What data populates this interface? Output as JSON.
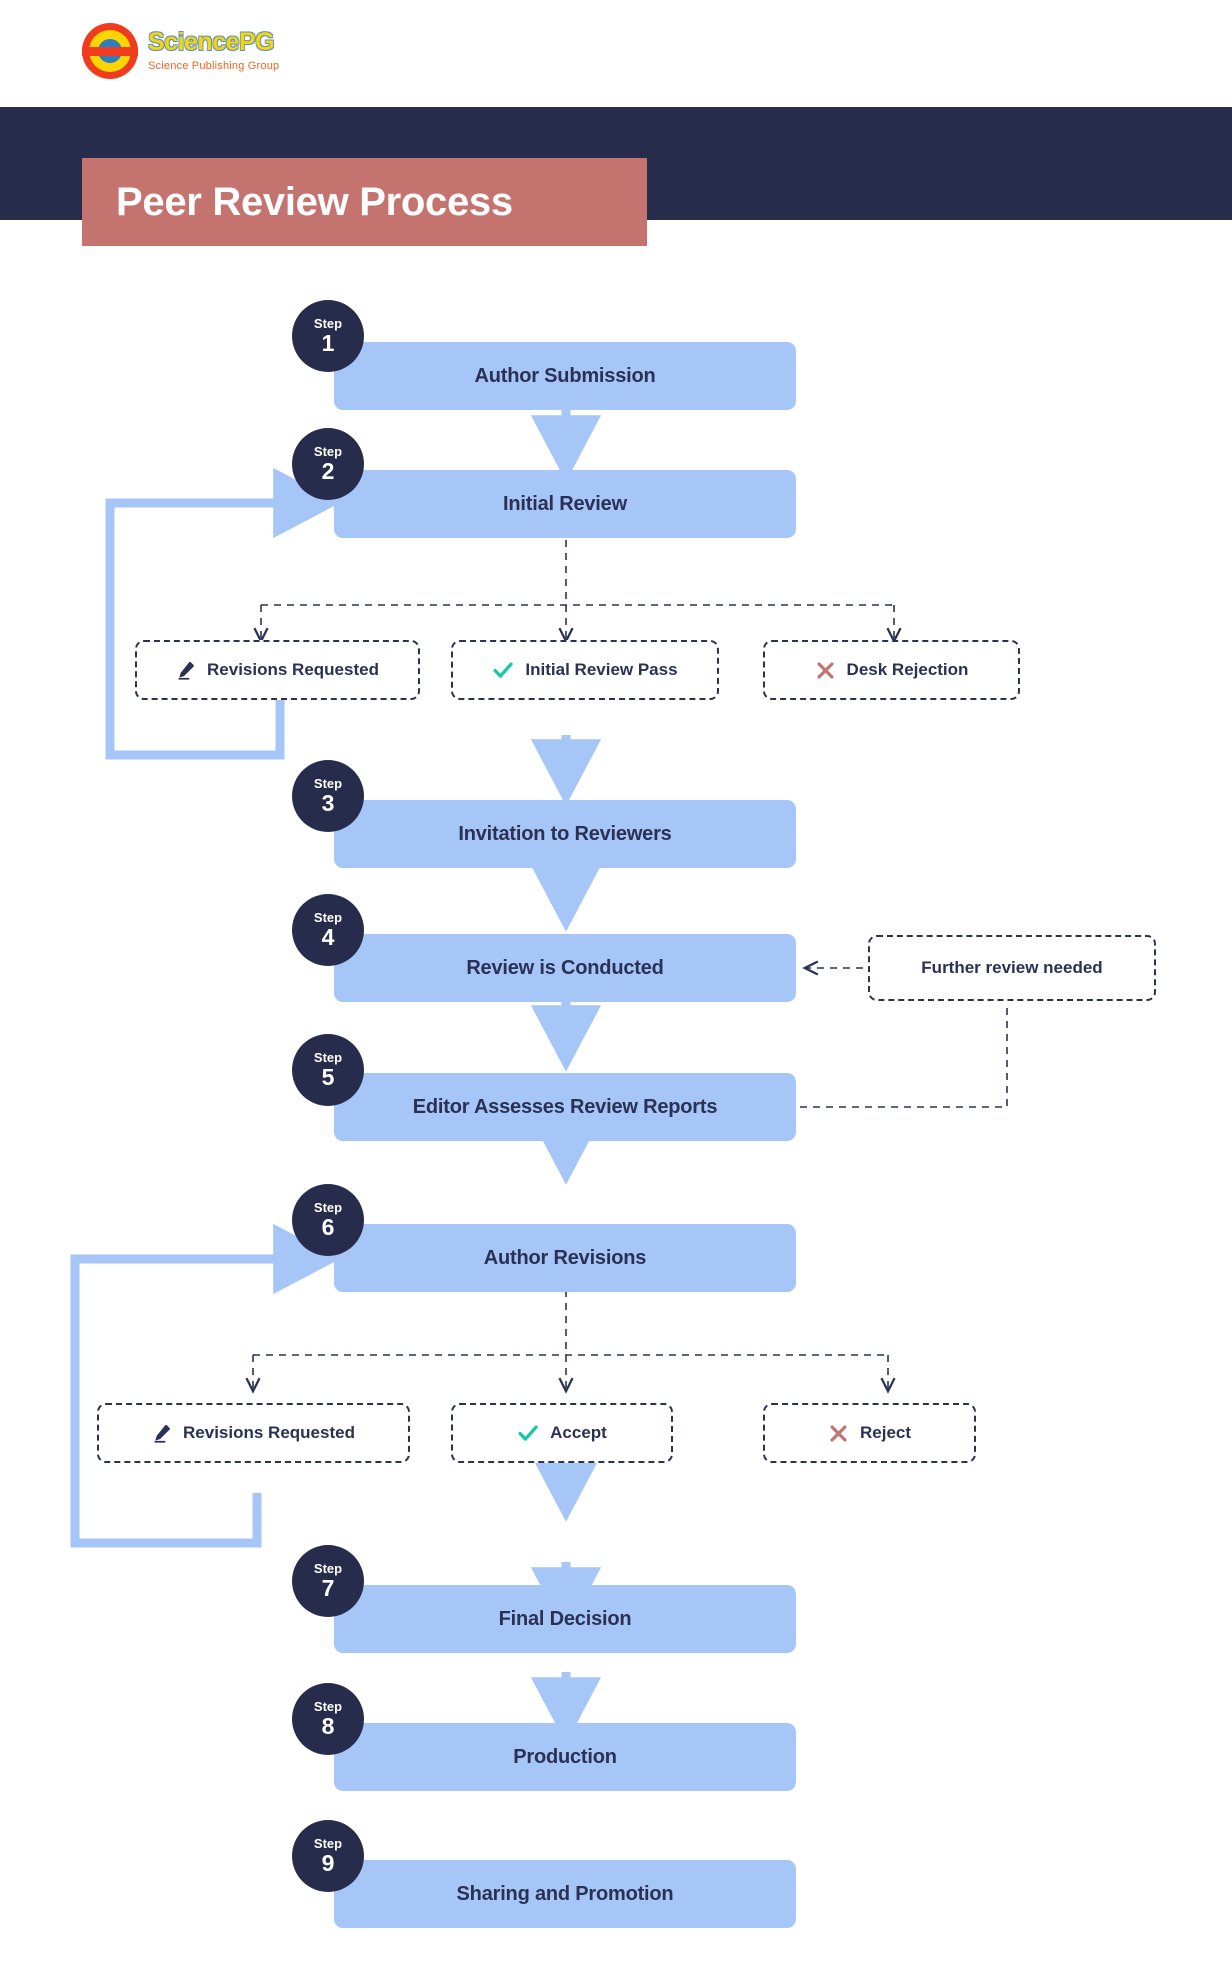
{
  "brand": {
    "logo_title": "SciencePG",
    "logo_subtitle": "Science Publishing Group",
    "logo_icon": "sciencepg-circle-logo"
  },
  "header": {
    "title": "Peer Review Process",
    "banner_color": "#272c4d",
    "title_box_color": "#c4736f"
  },
  "colors": {
    "step_box": "#a5c6f7",
    "step_badge": "#272c4d",
    "arrow": "#a5c6f7",
    "dashed_line": "#2b3154",
    "check_icon": "#17c8a7",
    "cross_icon": "#c4736f",
    "pencil_icon": "#2b3154",
    "text": "#2b3154"
  },
  "chart_data": {
    "type": "diagram",
    "title": "Peer Review Process",
    "nodes": [
      {
        "id": "s1",
        "kind": "step",
        "step_label": "Step",
        "step_number": "1",
        "label": "Author Submission"
      },
      {
        "id": "s2",
        "kind": "step",
        "step_label": "Step",
        "step_number": "2",
        "label": "Initial Review"
      },
      {
        "id": "d1a",
        "kind": "decision",
        "label": "Revisions Requested",
        "icon": "pencil-icon"
      },
      {
        "id": "d1b",
        "kind": "decision",
        "label": "Initial Review Pass",
        "icon": "check-icon"
      },
      {
        "id": "d1c",
        "kind": "decision",
        "label": "Desk Rejection",
        "icon": "cross-icon"
      },
      {
        "id": "s3",
        "kind": "step",
        "step_label": "Step",
        "step_number": "3",
        "label": "Invitation to Reviewers"
      },
      {
        "id": "s4",
        "kind": "step",
        "step_label": "Step",
        "step_number": "4",
        "label": "Review is Conducted"
      },
      {
        "id": "note1",
        "kind": "note",
        "label": "Further review needed"
      },
      {
        "id": "s5",
        "kind": "step",
        "step_label": "Step",
        "step_number": "5",
        "label": "Editor Assesses Review Reports"
      },
      {
        "id": "s6",
        "kind": "step",
        "step_label": "Step",
        "step_number": "6",
        "label": "Author Revisions"
      },
      {
        "id": "d2a",
        "kind": "decision",
        "label": "Revisions Requested",
        "icon": "pencil-icon"
      },
      {
        "id": "d2b",
        "kind": "decision",
        "label": "Accept",
        "icon": "check-icon"
      },
      {
        "id": "d2c",
        "kind": "decision",
        "label": "Reject",
        "icon": "cross-icon"
      },
      {
        "id": "s7",
        "kind": "step",
        "step_label": "Step",
        "step_number": "7",
        "label": "Final Decision"
      },
      {
        "id": "s8",
        "kind": "step",
        "step_label": "Step",
        "step_number": "8",
        "label": "Production"
      },
      {
        "id": "s9",
        "kind": "step",
        "step_label": "Step",
        "step_number": "9",
        "label": "Sharing and Promotion"
      }
    ],
    "edges": [
      {
        "from": "s1",
        "to": "s2",
        "style": "solid-arrow"
      },
      {
        "from": "s2",
        "to": "d1a",
        "style": "dashed-arrow"
      },
      {
        "from": "s2",
        "to": "d1b",
        "style": "dashed-arrow"
      },
      {
        "from": "s2",
        "to": "d1c",
        "style": "dashed-arrow"
      },
      {
        "from": "d1a",
        "to": "s2",
        "style": "solid-loop-arrow"
      },
      {
        "from": "d1b",
        "to": "s3",
        "style": "solid-arrow"
      },
      {
        "from": "s3",
        "to": "s4",
        "style": "solid-arrow"
      },
      {
        "from": "note1",
        "to": "s4",
        "style": "dashed-arrow"
      },
      {
        "from": "s4",
        "to": "s5",
        "style": "solid-arrow"
      },
      {
        "from": "s5",
        "to": "note1",
        "style": "dashed-line"
      },
      {
        "from": "s5",
        "to": "s6",
        "style": "solid-arrow"
      },
      {
        "from": "s6",
        "to": "d2a",
        "style": "dashed-arrow"
      },
      {
        "from": "s6",
        "to": "d2b",
        "style": "dashed-arrow"
      },
      {
        "from": "s6",
        "to": "d2c",
        "style": "dashed-arrow"
      },
      {
        "from": "d2a",
        "to": "s6",
        "style": "solid-loop-arrow"
      },
      {
        "from": "d2b",
        "to": "s7",
        "style": "solid-arrow"
      },
      {
        "from": "s7",
        "to": "s8",
        "style": "solid-arrow"
      },
      {
        "from": "s8",
        "to": "s9",
        "style": "solid-arrow"
      }
    ]
  },
  "steps": [
    {
      "step_label": "Step",
      "step_number": "1",
      "label": "Author Submission"
    },
    {
      "step_label": "Step",
      "step_number": "2",
      "label": "Initial Review"
    },
    {
      "step_label": "Step",
      "step_number": "3",
      "label": "Invitation to Reviewers"
    },
    {
      "step_label": "Step",
      "step_number": "4",
      "label": "Review is Conducted"
    },
    {
      "step_label": "Step",
      "step_number": "5",
      "label": "Editor Assesses Review Reports"
    },
    {
      "step_label": "Step",
      "step_number": "6",
      "label": "Author Revisions"
    },
    {
      "step_label": "Step",
      "step_number": "7",
      "label": "Final Decision"
    },
    {
      "step_label": "Step",
      "step_number": "8",
      "label": "Production"
    },
    {
      "step_label": "Step",
      "step_number": "9",
      "label": "Sharing and Promotion"
    }
  ],
  "branch_one": {
    "revisions": "Revisions Requested",
    "pass": "Initial Review Pass",
    "reject": "Desk Rejection"
  },
  "branch_two": {
    "revisions": "Revisions Requested",
    "accept": "Accept",
    "reject": "Reject"
  },
  "side_note": {
    "label": "Further review needed"
  }
}
